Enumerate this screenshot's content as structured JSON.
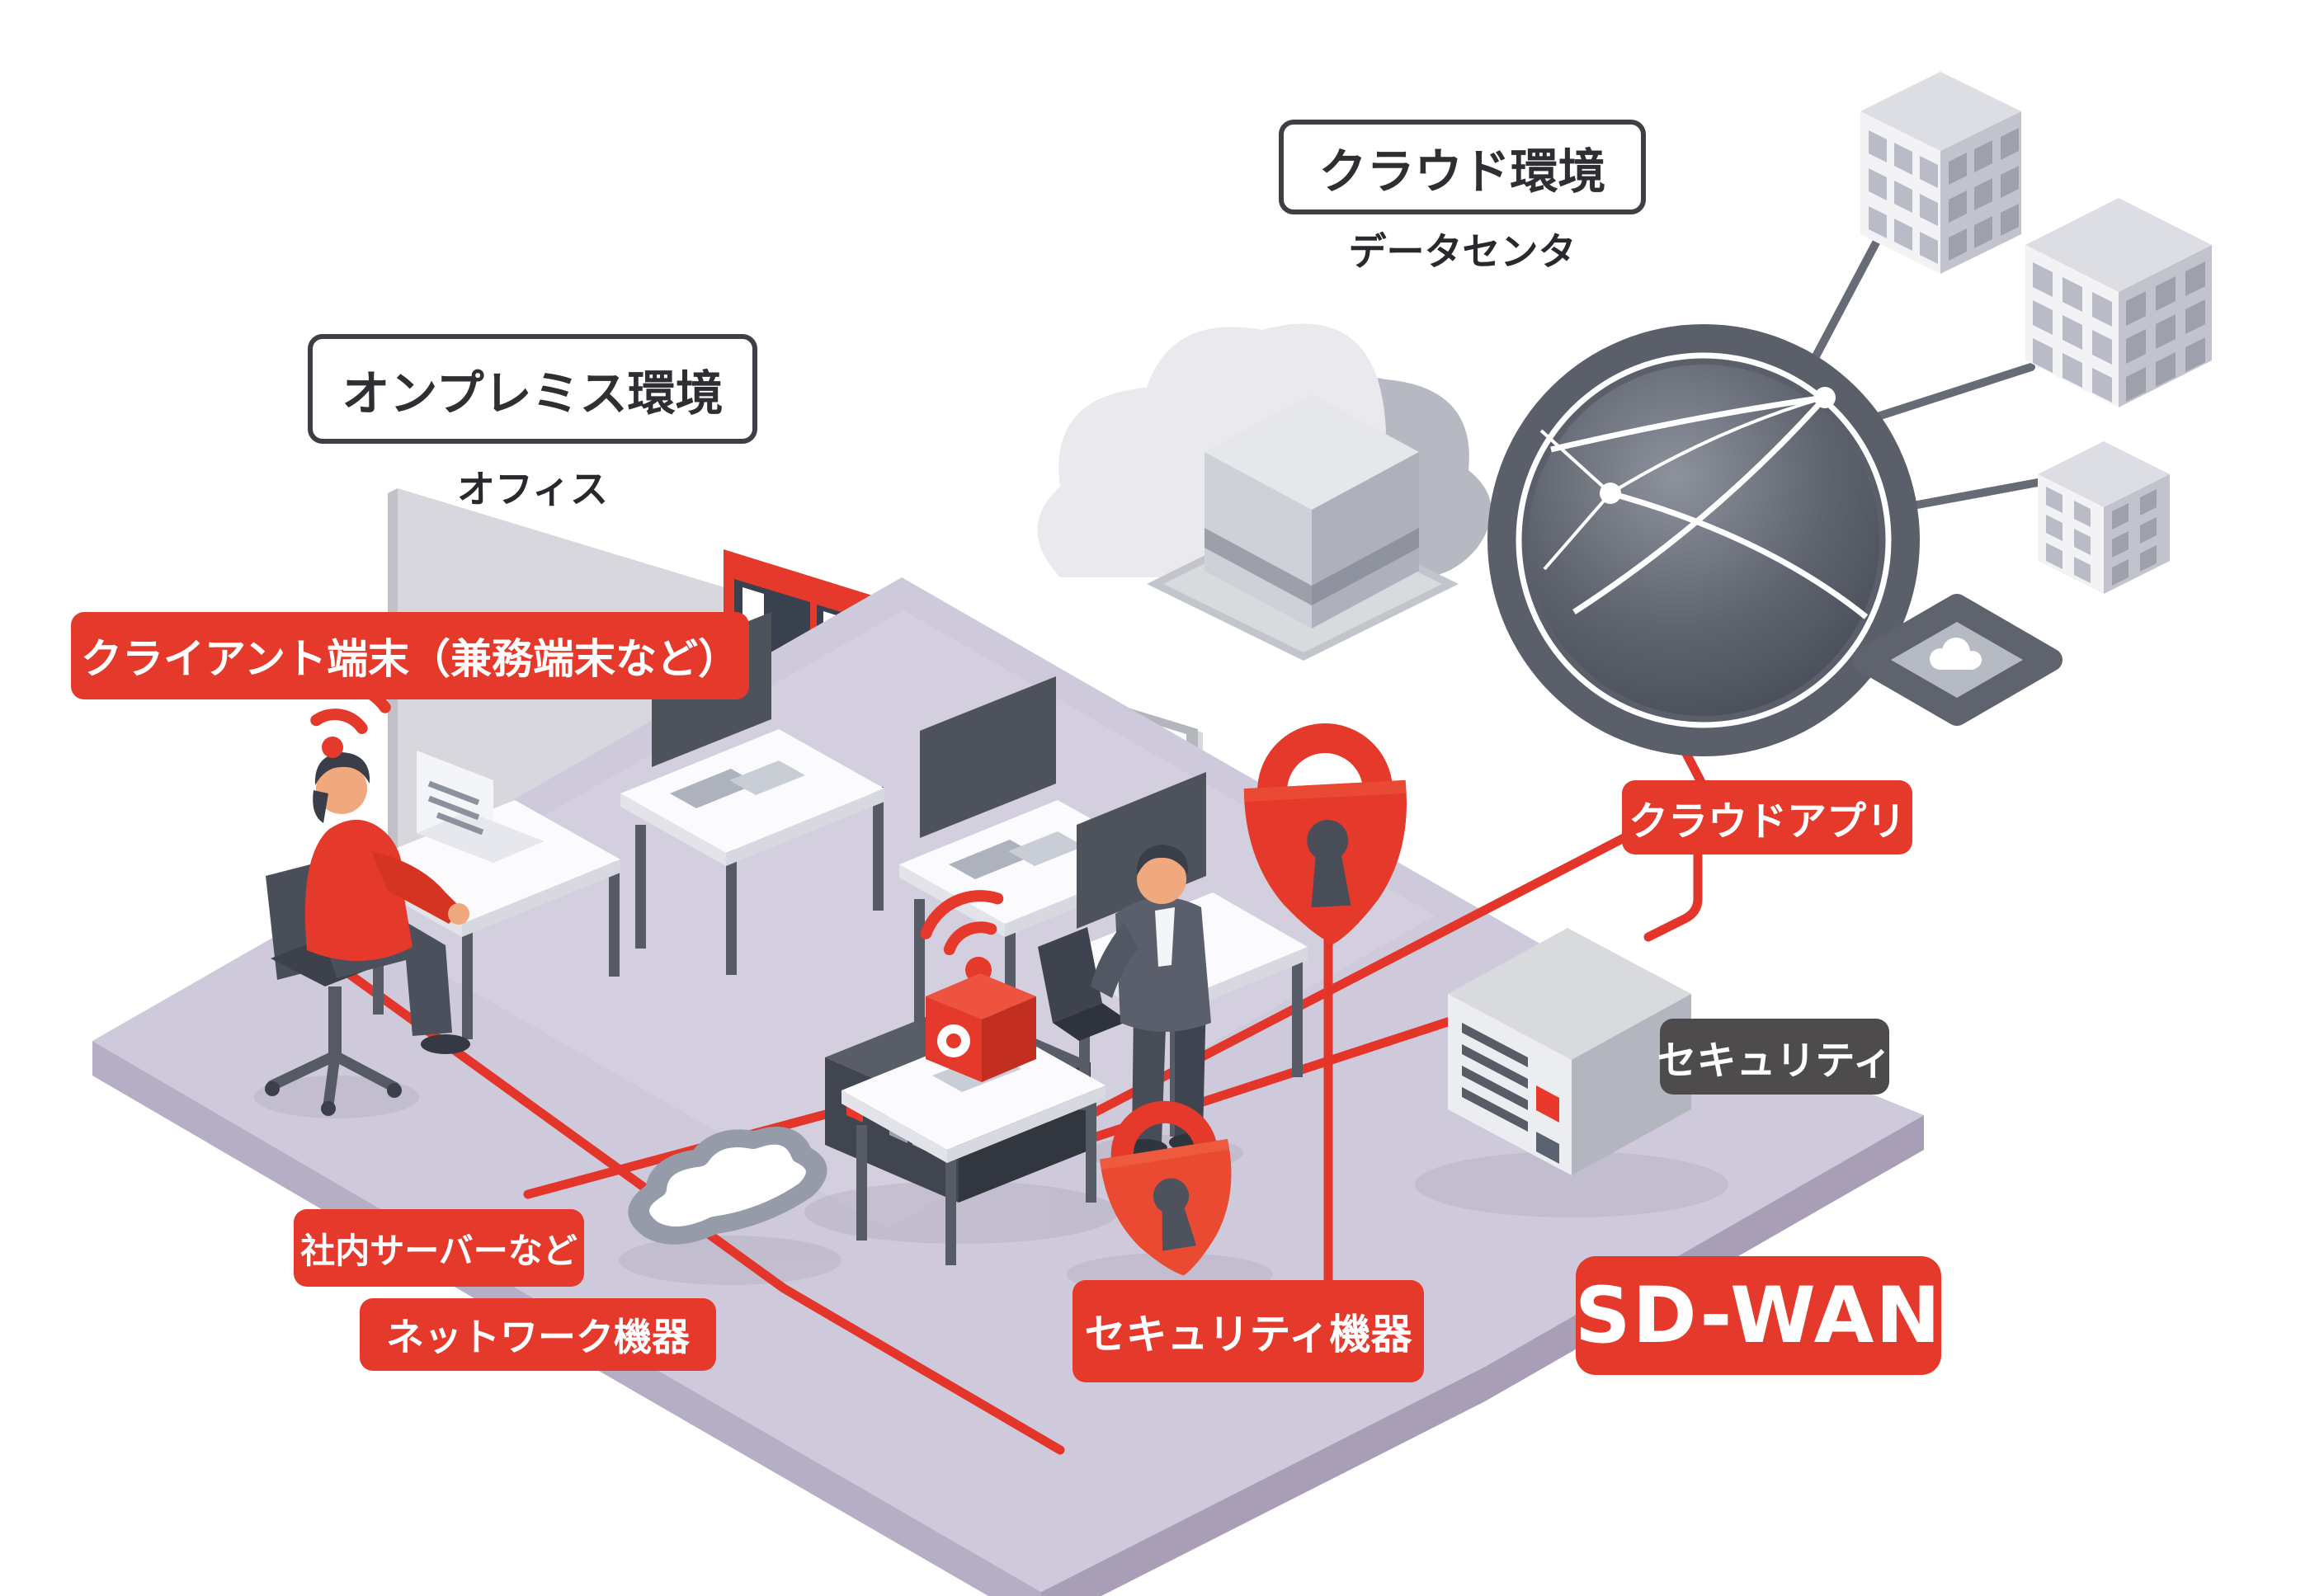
{
  "diagram": {
    "type": "network-architecture-illustration",
    "regions": {
      "cloud_env": {
        "label": "クラウド環境",
        "sublabel": "データセンタ"
      },
      "onprem_env": {
        "label": "オンプレミス環境",
        "sublabel": "オフィス"
      }
    },
    "tags": {
      "client": "クライアント端末（兼務端末など）",
      "cloud_app": "クラウドアプリ",
      "security": "セキュリティ",
      "internal_server": "社内サーバーなど",
      "network_device": "ネットワーク機器",
      "security_device": "セキュリティ機器",
      "sdwan": "SD-WAN"
    },
    "icons": [
      "globe-network-icon",
      "cloud-datacenter-icon",
      "padlock-icon",
      "wifi-icon",
      "building-icon",
      "tablet-cloud-icon",
      "server-icon"
    ],
    "colors": {
      "accent_red": "#e4392b",
      "tag_dark": "#4e4b4c",
      "line_red": "#e3352a",
      "line_gray": "#666b75",
      "floor": "#cfcadb",
      "globe": "#5b5f69"
    }
  }
}
